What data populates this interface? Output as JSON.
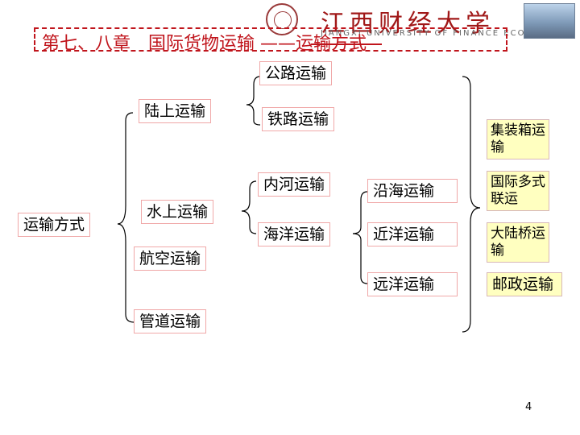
{
  "header": {
    "university_name": "江西财经大学",
    "university_en": "JIANGXI UNIVERSITY OF FINANCE ECONOMICS",
    "title": "第七、八章　国际货物运输 ——运输方式"
  },
  "diagram": {
    "root": "运输方式",
    "land": "陆上运输",
    "highway": "公路运输",
    "railway": "铁路运输",
    "water": "水上运输",
    "inland": "内河运输",
    "ocean": "海洋运输",
    "coastal": "沿海运输",
    "near_sea": "近洋运输",
    "far_sea": "远洋运输",
    "air": "航空运输",
    "pipeline": "管道运输",
    "container": "集装箱运输",
    "multimodal": "国际多式联运",
    "landbridge": "大陆桥运输",
    "postal": "邮政运输"
  },
  "page_number": "4"
}
